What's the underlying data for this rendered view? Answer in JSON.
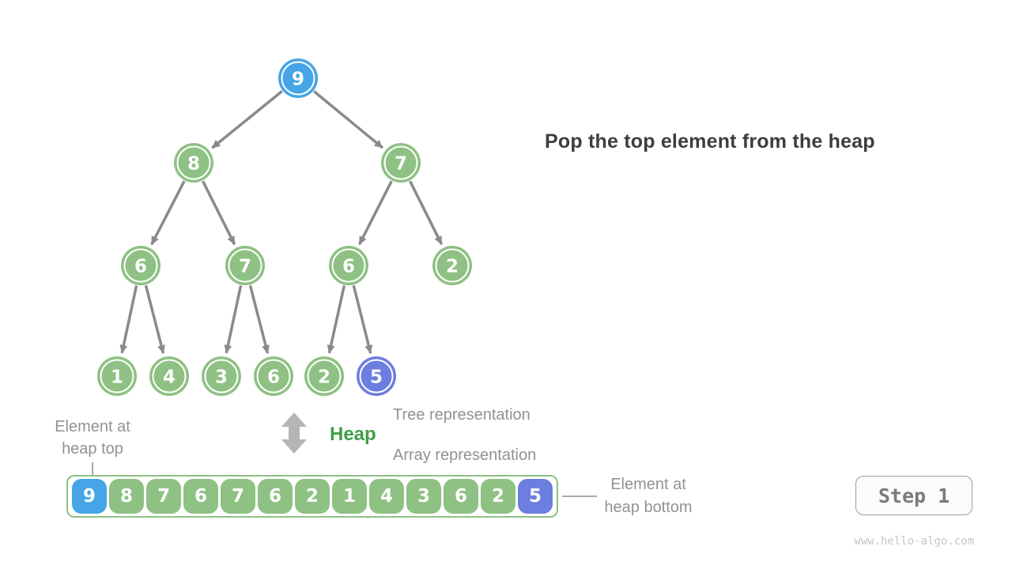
{
  "title": "Pop the top element from the heap",
  "annotations": {
    "tree_representation": "Tree representation",
    "array_representation": "Array representation",
    "heap_label": "Heap",
    "element_at_heap_top": "Element at\nheap top",
    "element_at_heap_bottom": "Element at\nheap bottom"
  },
  "heap": {
    "values": [
      9,
      8,
      7,
      6,
      7,
      6,
      2,
      1,
      4,
      3,
      6,
      2,
      5
    ],
    "roles": [
      "top",
      "normal",
      "normal",
      "normal",
      "normal",
      "normal",
      "normal",
      "normal",
      "normal",
      "normal",
      "normal",
      "normal",
      "bottom"
    ]
  },
  "colors": {
    "top": "#45A5E6",
    "normal": "#8EC183",
    "bottom": "#6C7EDF",
    "edge": "#8A8A8A",
    "arrow_icon": "#B5B5B5",
    "label_gray": "#929292",
    "heap_green": "#3E9F46",
    "title_dark": "#3D3D3D",
    "button_text": "#7A7A7A",
    "button_border": "#9D9D9D",
    "watermark_gray": "#C6C6C6"
  },
  "step_button": {
    "label": "Step 1"
  },
  "watermark": "www.hello-algo.com"
}
